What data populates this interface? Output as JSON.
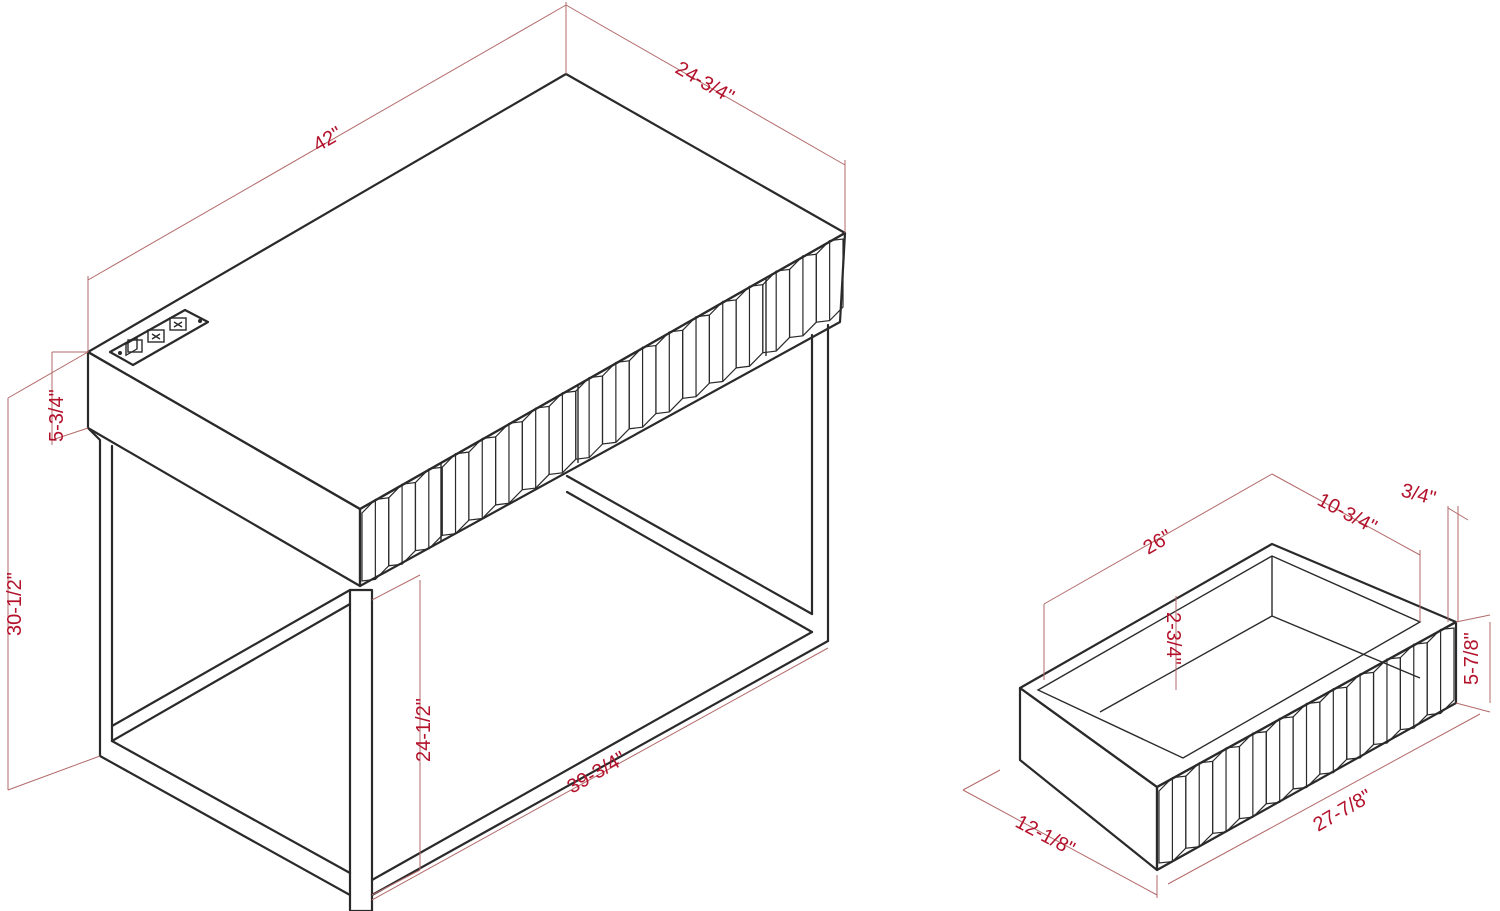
{
  "desk": {
    "width_label": "42\"",
    "depth_label": "24-3/4\"",
    "apron_height_label": "5-3/4\"",
    "total_height_label": "30-1/2\"",
    "clearance_height_label": "24-1/2\"",
    "inner_width_label": "39-3/4\"",
    "outlet_icon": "power-outlet-icon"
  },
  "drawer": {
    "width_label": "26\"",
    "depth_label": "10-3/4\"",
    "front_thickness_label": "3/4\"",
    "inner_height_label": "2-3/4\"",
    "front_height_label": "5-7/8\"",
    "side_depth_label": "12-1/8\"",
    "front_width_label": "27-7/8\""
  },
  "colors": {
    "line": "#2a2a2a",
    "dimension_text": "#b3122b",
    "dimension_line": "#b36a6a"
  }
}
